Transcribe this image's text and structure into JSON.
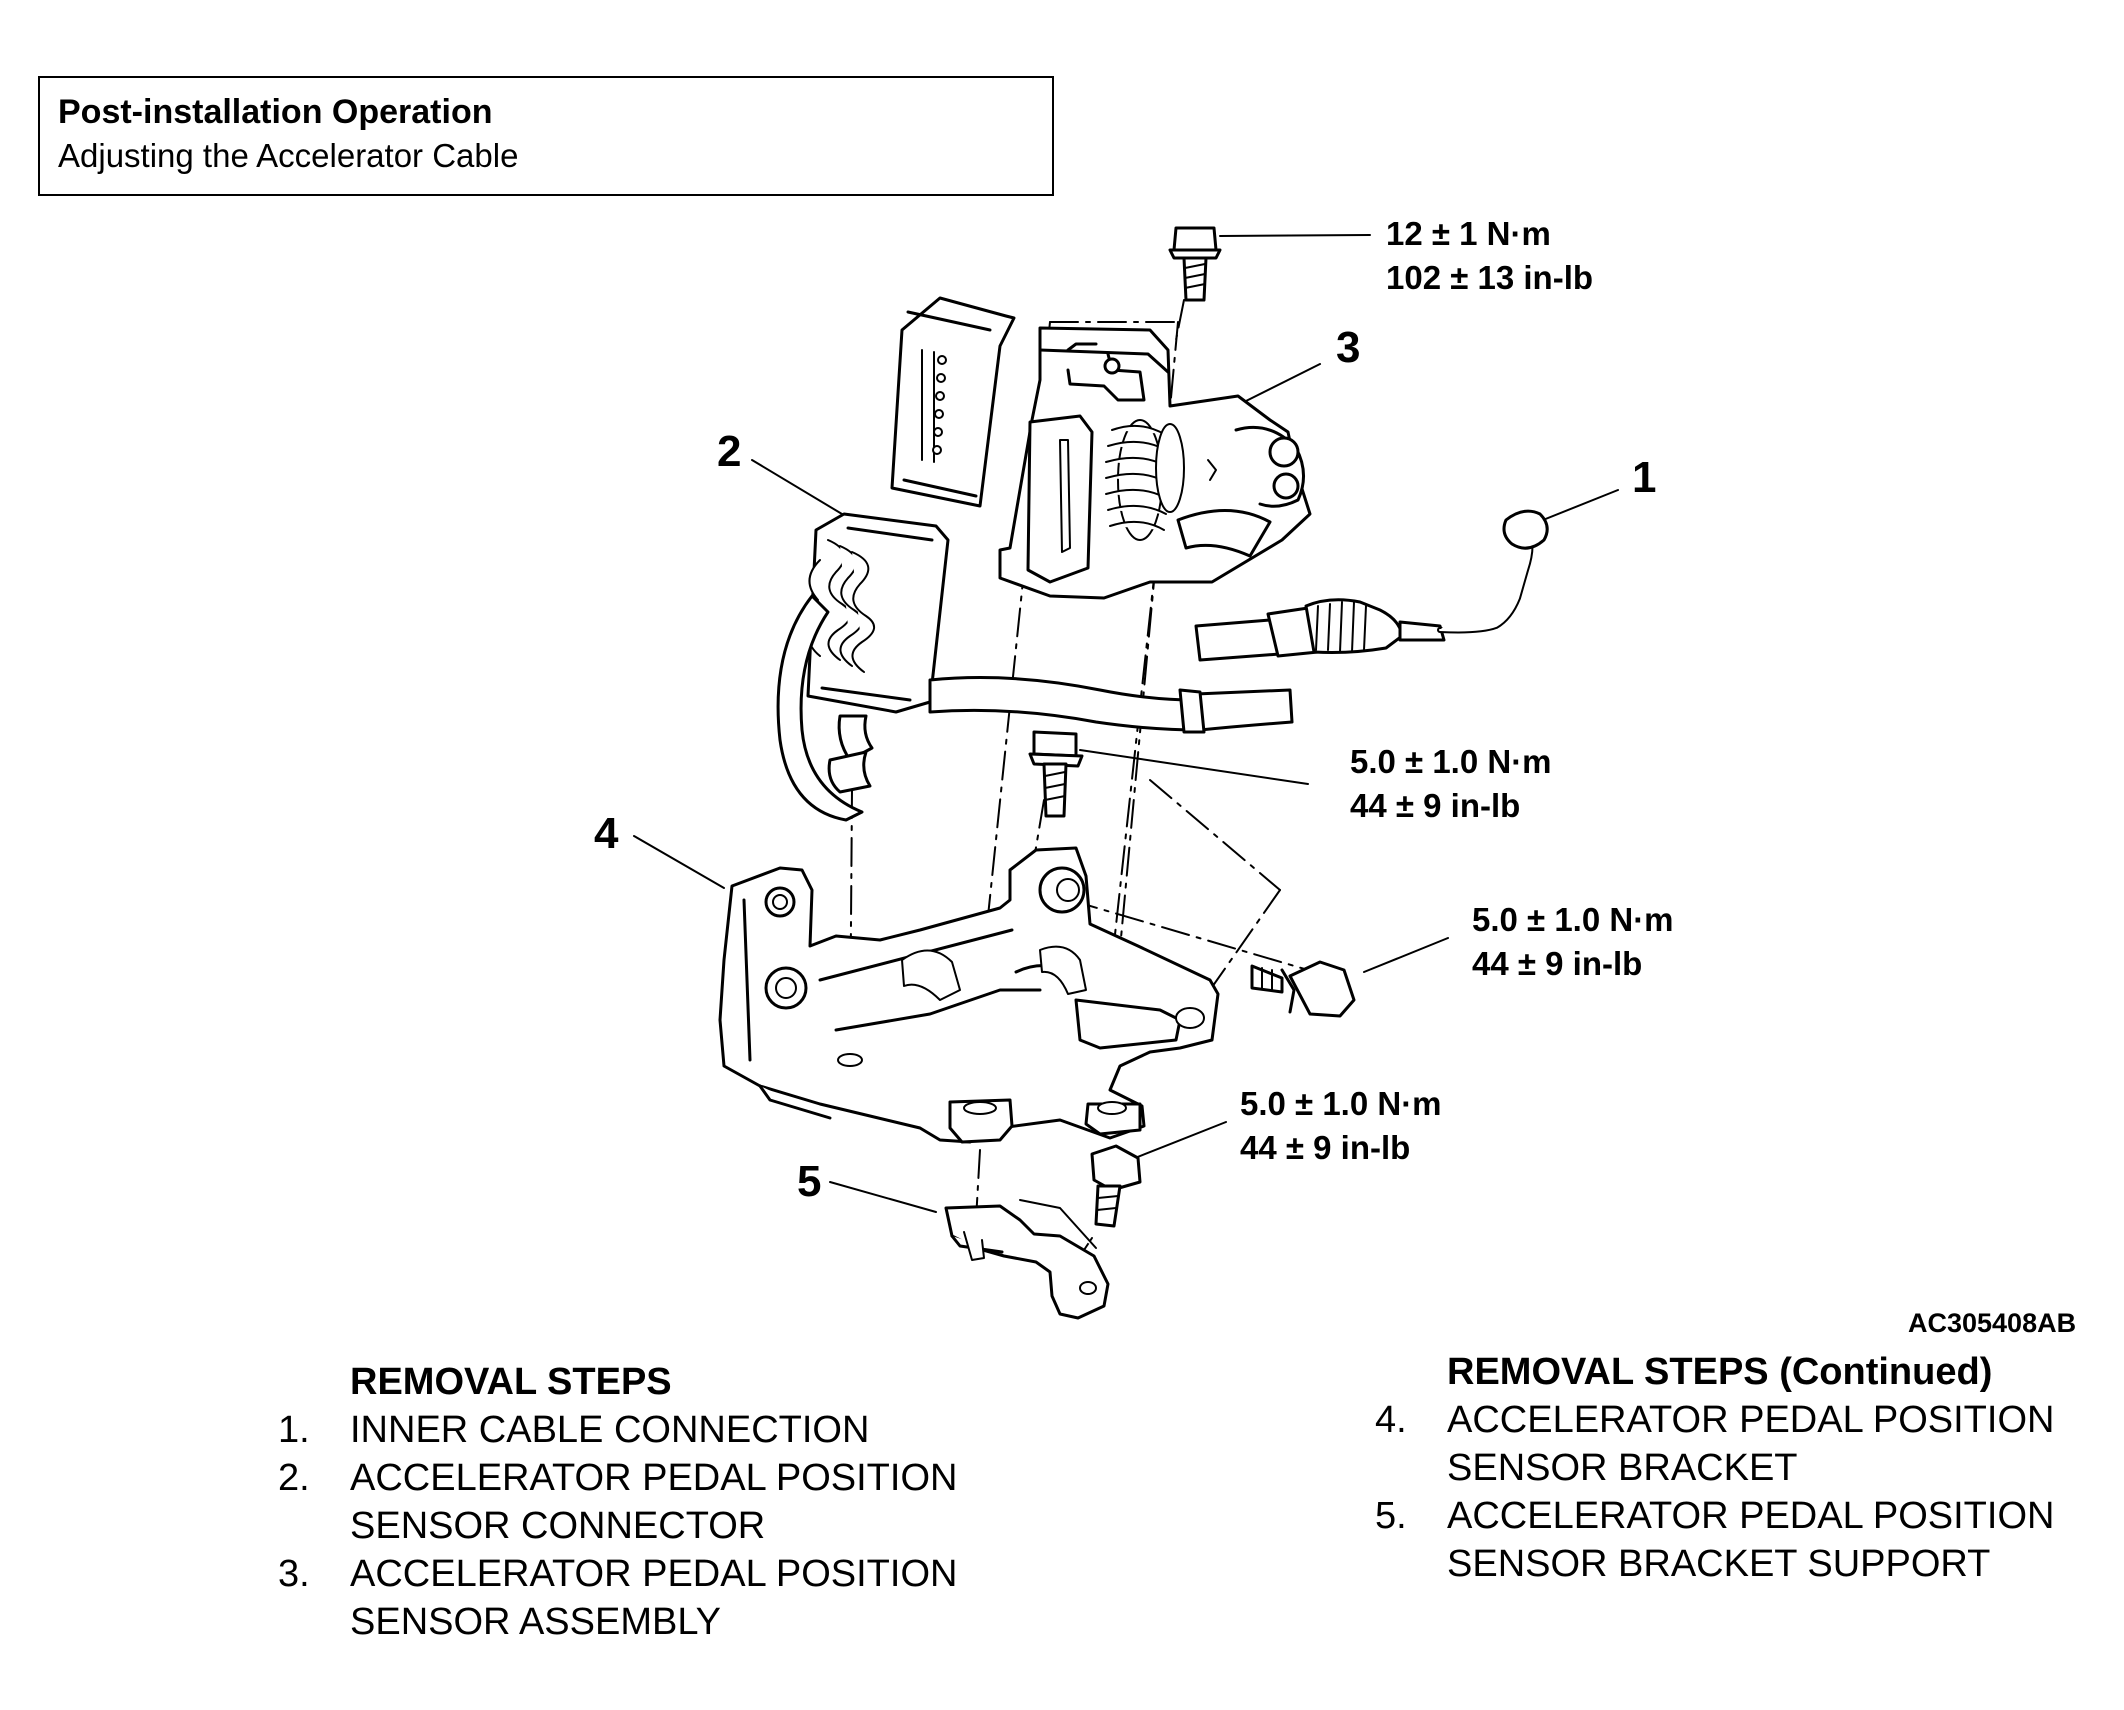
{
  "note": {
    "title": "Post-installation Operation",
    "subtitle": "Adjusting the Accelerator Cable"
  },
  "callouts": [
    "1",
    "2",
    "3",
    "4",
    "5"
  ],
  "torque_specs": [
    {
      "metric": "12 ± 1 N·m",
      "imperial": "102 ± 13 in-lb"
    },
    {
      "metric": "5.0 ± 1.0 N·m",
      "imperial": "44 ± 9 in-lb"
    },
    {
      "metric": "5.0 ± 1.0 N·m",
      "imperial": "44 ± 9 in-lb"
    },
    {
      "metric": "5.0 ± 1.0 N·m",
      "imperial": "44 ± 9 in-lb"
    }
  ],
  "figure_id": "AC305408AB",
  "removal_steps": {
    "heading": "REMOVAL STEPS",
    "items": [
      {
        "num": "1.",
        "text": "INNER CABLE CONNECTION"
      },
      {
        "num": "2.",
        "text": "ACCELERATOR PEDAL POSITION SENSOR CONNECTOR"
      },
      {
        "num": "3.",
        "text": "ACCELERATOR PEDAL POSITION SENSOR ASSEMBLY"
      }
    ]
  },
  "removal_steps_continued": {
    "heading": "REMOVAL STEPS (Continued)",
    "items": [
      {
        "num": "4.",
        "text": "ACCELERATOR PEDAL POSITION SENSOR BRACKET"
      },
      {
        "num": "5.",
        "text": "ACCELERATOR PEDAL POSITION SENSOR BRACKET SUPPORT"
      }
    ]
  }
}
